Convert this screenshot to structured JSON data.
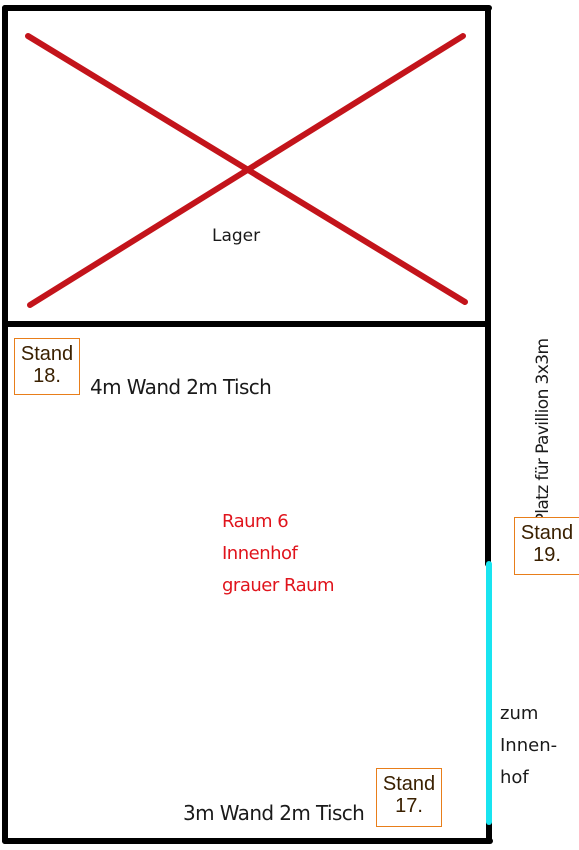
{
  "floorplan": {
    "storage": {
      "label": "Lager"
    },
    "stands": [
      {
        "line1": "Stand",
        "line2": "18."
      },
      {
        "line1": "Stand",
        "line2": "19."
      },
      {
        "line1": "Stand",
        "line2": "17."
      }
    ],
    "notes": {
      "stand18": "4m Wand 2m Tisch",
      "stand17": "3m Wand 2m Tisch",
      "pavilion": "Platz für Pavillion 3x3m"
    },
    "room": {
      "lines": [
        "Raum 6",
        "Innenhof",
        "grauer Raum"
      ]
    },
    "courtyard_entrance": {
      "lines": [
        "zum",
        "Innen-",
        "hof"
      ]
    },
    "colors": {
      "walls": "#000000",
      "crossed_out": "#c3141b",
      "room_title": "#e0141c",
      "entrance": "#19e4f0",
      "stand_border": "#e87e1a"
    }
  }
}
